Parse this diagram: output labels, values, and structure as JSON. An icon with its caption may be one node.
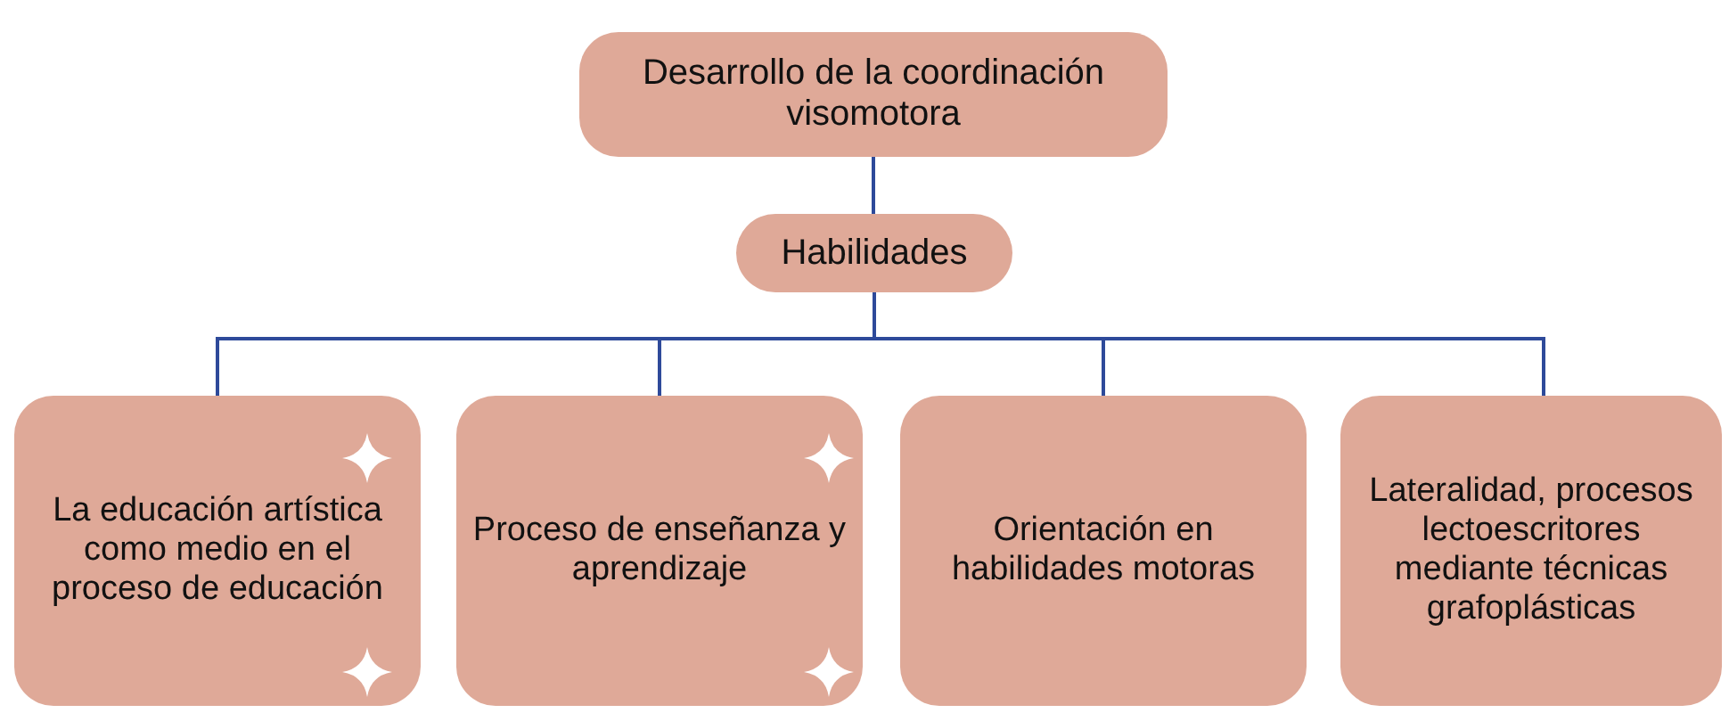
{
  "diagram": {
    "nodes": [
      {
        "text": [
          "Desarrollo de la coordinación visomotora"
        ]
      },
      {
        "text": [
          "Habilidades"
        ]
      },
      {
        "text": [
          "La educación artística como medio en el proceso de educación"
        ]
      },
      {
        "text": [
          "Proceso de enseñanza y aprendizaje"
        ]
      },
      {
        "text": [
          "Orientación en habilidades motoras"
        ]
      },
      {
        "text": [
          "Lateralidad, procesos lectoescritores mediante técnicas grafoplásticas"
        ]
      }
    ],
    "edges": [
      {
        "from": 0,
        "to": 1,
        "arrow": "none"
      },
      {
        "from": 1,
        "to": 2,
        "arrow": "none"
      },
      {
        "from": 1,
        "to": 3,
        "arrow": "none"
      },
      {
        "from": 1,
        "to": 4,
        "arrow": "none"
      },
      {
        "from": 1,
        "to": 5,
        "arrow": "none"
      }
    ]
  }
}
